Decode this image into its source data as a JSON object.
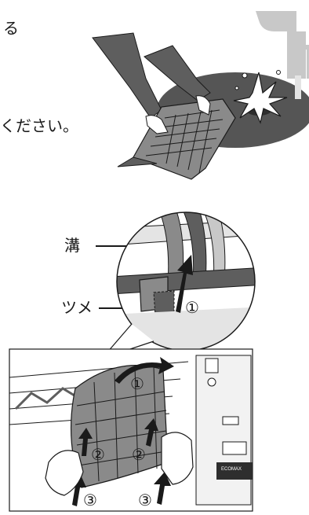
{
  "instructions": {
    "line1_fragment": "る",
    "line2_fragment": "ください。"
  },
  "labels": {
    "groove": "溝",
    "tab": "ツメ"
  },
  "steps": {
    "one": "①",
    "two": "②",
    "three": "③"
  },
  "brand_label": "ECOMAX",
  "colors": {
    "line": "#1a1a1a",
    "dark_gray": "#5e5e5e",
    "mid_gray": "#8a8a8a",
    "light_gray": "#c8c8c8",
    "pale_gray": "#e4e4e4"
  }
}
